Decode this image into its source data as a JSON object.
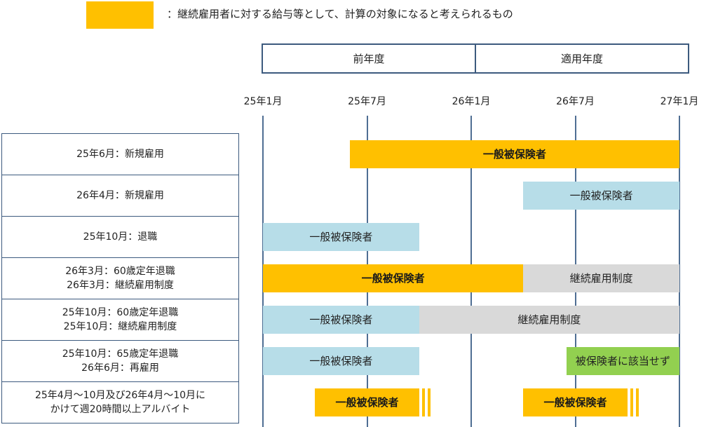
{
  "legend": {
    "color": "#FFC000",
    "text": "：継続雇用者に対する給与等として、計算の対象になると考えられるもの"
  },
  "periods": {
    "previous": "前年度",
    "applicable": "適用年度"
  },
  "timeline": {
    "ticks": [
      "25年1月",
      "25年7月",
      "26年1月",
      "26年7月",
      "27年1月"
    ]
  },
  "colors": {
    "target": "#FFC000",
    "insured": "#B7DDE8",
    "continued": "#D9D9D9",
    "not_insured": "#92D050",
    "frame": "#3C5A7E"
  },
  "rows": [
    {
      "lines": [
        "25年6月：新規雇用"
      ],
      "bars": [
        {
          "kind": "yellow",
          "label": "一般被保険者",
          "start": "25年6月",
          "end": "27年1月"
        }
      ]
    },
    {
      "lines": [
        "26年4月：新規雇用"
      ],
      "bars": [
        {
          "kind": "blue",
          "label": "一般被保険者",
          "start": "26年4月",
          "end": "27年1月"
        }
      ]
    },
    {
      "lines": [
        "25年10月：退職"
      ],
      "bars": [
        {
          "kind": "blue",
          "label": "一般被保険者",
          "start": "25年1月",
          "end": "25年10月"
        }
      ]
    },
    {
      "lines": [
        "26年3月：60歳定年退職",
        "26年3月：継続雇用制度"
      ],
      "bars": [
        {
          "kind": "yellow",
          "label": "一般被保険者",
          "start": "25年1月",
          "end": "26年4月"
        },
        {
          "kind": "gray",
          "label": "継続雇用制度",
          "start": "26年4月",
          "end": "27年1月"
        }
      ]
    },
    {
      "lines": [
        "25年10月：60歳定年退職",
        "25年10月：継続雇用制度"
      ],
      "bars": [
        {
          "kind": "blue",
          "label": "一般被保険者",
          "start": "25年1月",
          "end": "25年10月"
        },
        {
          "kind": "gray",
          "label": "継続雇用制度",
          "start": "25年10月",
          "end": "27年1月"
        }
      ]
    },
    {
      "lines": [
        "25年10月：65歳定年退職",
        "26年6月：再雇用"
      ],
      "bars": [
        {
          "kind": "blue",
          "label": "一般被保険者",
          "start": "25年1月",
          "end": "25年10月"
        },
        {
          "kind": "green",
          "label": "被保険者に該当せず",
          "start": "26年6月",
          "end": "27年1月"
        }
      ]
    },
    {
      "lines": [
        "25年4月～10月及び26年4月～10月に",
        "かけて週20時間以上アルバイト"
      ],
      "bars": [
        {
          "kind": "yellow",
          "label": "一般被保険者",
          "start": "25年4月",
          "end": "25年10月",
          "stripes": true
        },
        {
          "kind": "yellow",
          "label": "一般被保険者",
          "start": "26年4月",
          "end": "26年10月",
          "stripes": true
        }
      ]
    }
  ]
}
